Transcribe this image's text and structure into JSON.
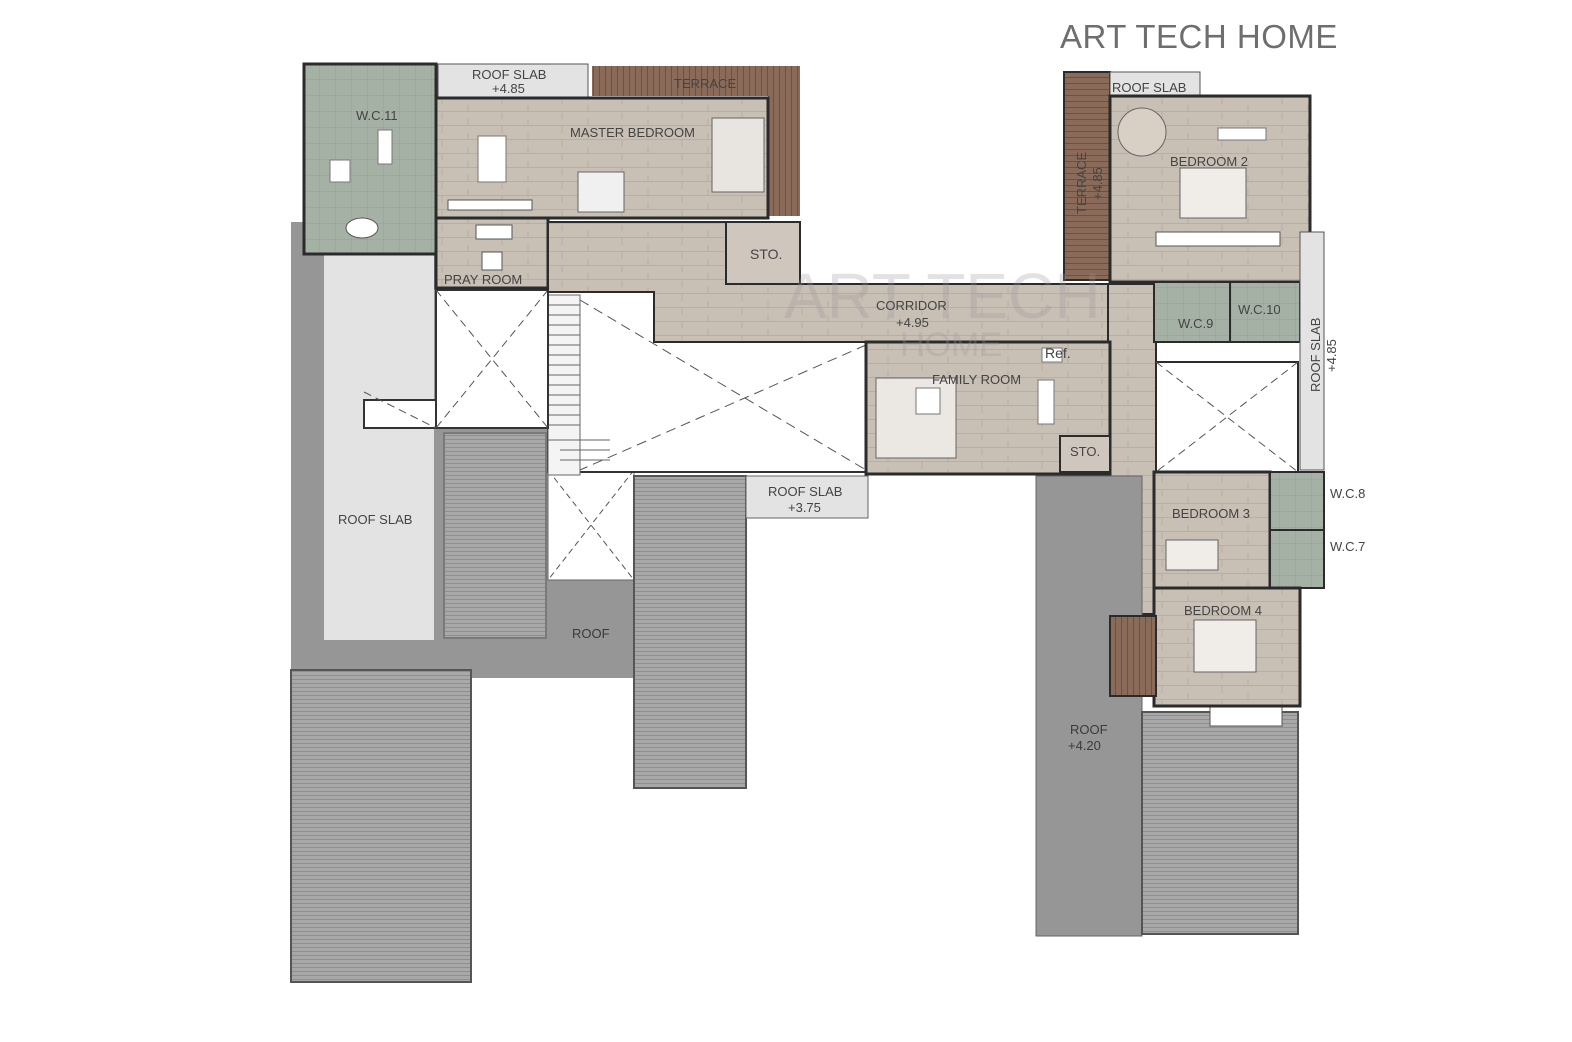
{
  "brand": "ART TECH HOME",
  "watermark": {
    "line1": "ART TECH",
    "line2": "HOME"
  },
  "labels": {
    "roof_slab_top": "ROOF SLAB",
    "roof_slab_top_level": "+4.85",
    "terrace_top": "TERRACE",
    "wc11": "W.C.11",
    "master_bedroom": "MASTER BEDROOM",
    "pray_room": "PRAY ROOM",
    "sto_top": "STO.",
    "corridor": "CORRIDOR",
    "corridor_level": "+4.95",
    "family_room": "FAMILY ROOM",
    "ref": "Ref.",
    "sto_family": "STO.",
    "roof_slab_mid": "ROOF SLAB",
    "roof_slab_mid_level": "+3.75",
    "roof_slab_left": "ROOF SLAB",
    "roof_center": "ROOF",
    "roof_right": "ROOF",
    "roof_right_level": "+4.20",
    "roof_slab_right_top": "ROOF SLAB",
    "terrace_right": "TERRACE",
    "terrace_right_level": "+4.85",
    "bedroom2": "BEDROOM 2",
    "wc9": "W.C.9",
    "wc10": "W.C.10",
    "roof_slab_side": "ROOF SLAB",
    "roof_slab_side_level": "+4.85",
    "bedroom3": "BEDROOM 3",
    "wc8": "W.C.8",
    "wc7": "W.C.7",
    "bedroom4": "BEDROOM 4"
  },
  "colors": {
    "floor_wood": "#c9c0b6",
    "roof_gray": "#959595",
    "roof_panel": "#a9a9a9",
    "roof_slab_light": "#e2e2e2",
    "terrace_brown": "#8a6a58",
    "wc_green": "#a7b2a7",
    "wall": "#2b2b2b"
  }
}
